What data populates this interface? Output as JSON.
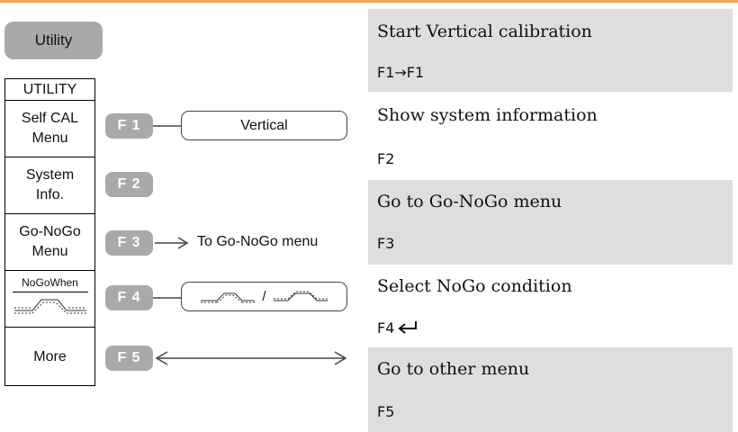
{
  "utility_key": {
    "label": "Utility"
  },
  "menu": {
    "title": "UTILITY",
    "items": [
      {
        "line1": "Self CAL",
        "line2": "Menu"
      },
      {
        "line1": "System",
        "line2": "Info."
      },
      {
        "line1": "Go-NoGo",
        "line2": "Menu"
      },
      {
        "line1": "NoGoWhen",
        "icon": "nogo-waveform-icon"
      },
      {
        "line1": "More"
      }
    ]
  },
  "fkeys": [
    "F 1",
    "F 2",
    "F 3",
    "F 4",
    "F 5"
  ],
  "f1_target": "Vertical",
  "f3_target": "To Go-NoGo menu",
  "f4_toggle": {
    "separator": "/",
    "icons": [
      "waveform-rising-icon",
      "waveform-falling-icon"
    ]
  },
  "descriptions": [
    {
      "text": "Start Vertical calibration",
      "keys": "F1→F1"
    },
    {
      "text": "Show system information",
      "keys": "F2"
    },
    {
      "text": "Go to Go-NoGo menu",
      "keys": "F3"
    },
    {
      "text": "Select NoGo condition",
      "keys": "F4",
      "icon": "return-arrow-icon"
    },
    {
      "text": "Go to other menu",
      "keys": "F5"
    }
  ],
  "colors": {
    "accent_rule": "#f0a35e",
    "key_grey": "#a9a9a9",
    "row_grey": "#dedede"
  }
}
